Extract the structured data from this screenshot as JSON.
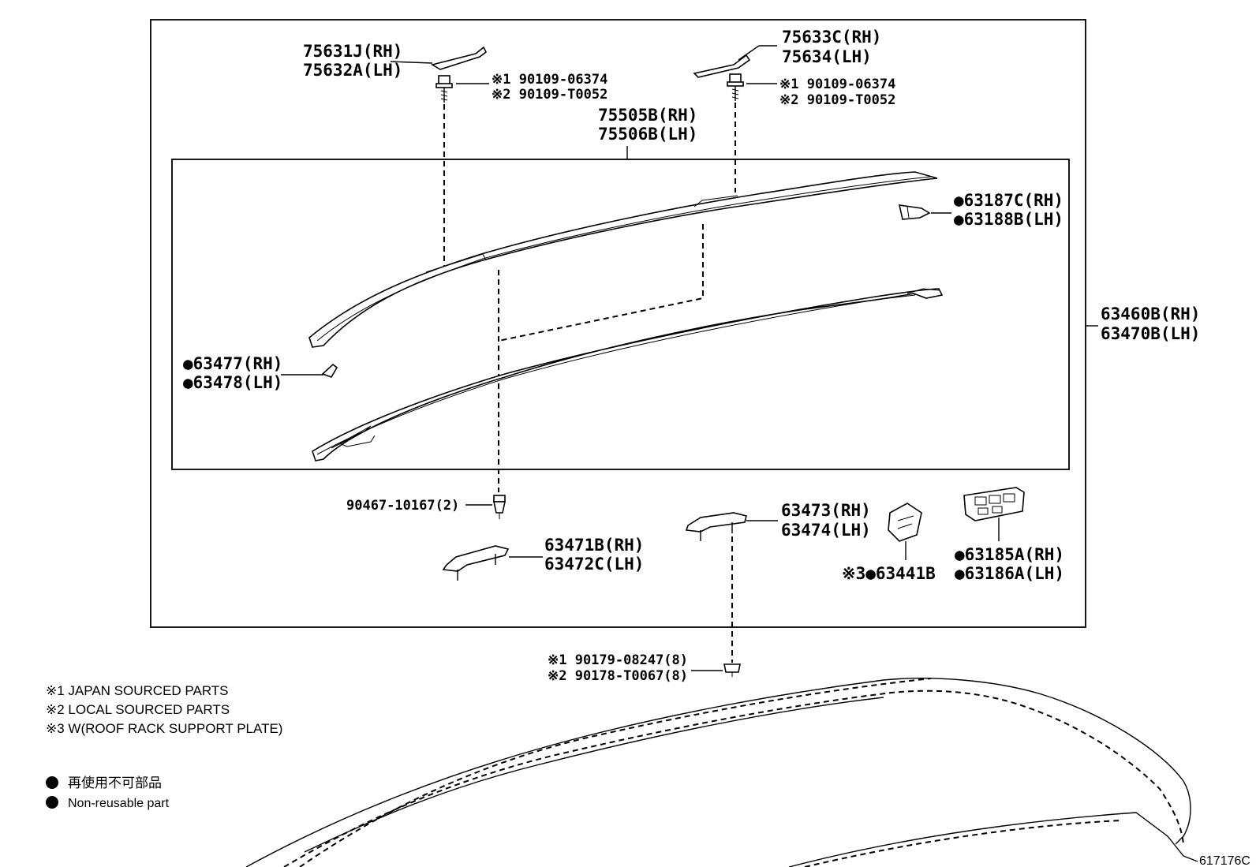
{
  "labels": {
    "p75631j": "75631J(RH)",
    "p75632a": "75632A(LH)",
    "p75633c": "75633C(RH)",
    "p75634": "75634(LH)",
    "screw_a1": "※1 90109-06374",
    "screw_a2": "※2 90109-T0052",
    "screw_b1": "※1 90109-06374",
    "screw_b2": "※2 90109-T0052",
    "p75505b": "75505B(RH)",
    "p75506b": "75506B(LH)",
    "p63187c": "●63187C(RH)",
    "p63188b": "●63188B(LH)",
    "p63460b": "63460B(RH)",
    "p63470b": "63470B(LH)",
    "p63477": "●63477(RH)",
    "p63478": "●63478(LH)",
    "clip": "90467-10167(2)",
    "p63471b": "63471B(RH)",
    "p63472c": "63472C(LH)",
    "p63473": "63473(RH)",
    "p63474": "63474(LH)",
    "p63441b": "※3●63441B",
    "p63185a": "●63185A(RH)",
    "p63186a": "●63186A(LH)",
    "nut1": "※1 90179-08247(8)",
    "nut2": "※2 90178-T0067(8)"
  },
  "notes": {
    "n1": "※1 JAPAN SOURCED PARTS",
    "n2": "※2 LOCAL SOURCED PARTS",
    "n3": "※3 W(ROOF RACK SUPPORT PLATE)"
  },
  "legend": {
    "jp": "再使用不可部品",
    "en": "Non-reusable part"
  },
  "figure_id": "617176C"
}
